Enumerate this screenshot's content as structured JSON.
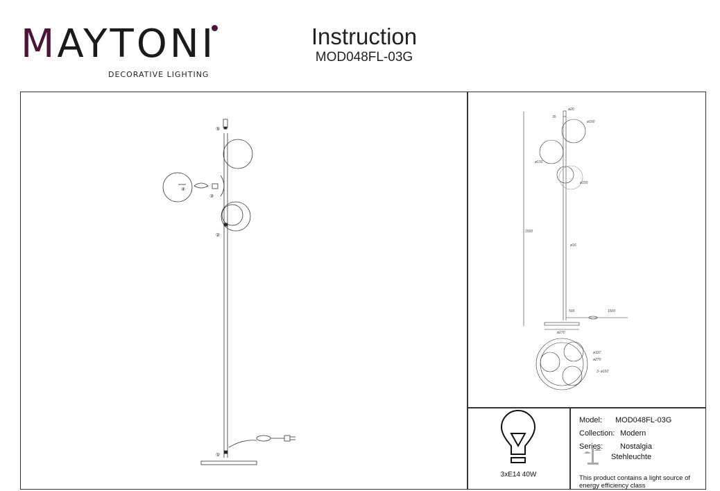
{
  "brand": {
    "logo_text": "MAYTONI",
    "tagline": "DECORATIVE LIGHTING",
    "accent": "#4a1538"
  },
  "header": {
    "title": "Instruction",
    "model": "MOD048FL-03G"
  },
  "assembly": {
    "callouts": [
      "①",
      "②",
      "③",
      "④",
      "⑤"
    ]
  },
  "dimensions": {
    "top_dia": "ø20",
    "top_h": "35",
    "globe": "ø150",
    "height": "1500",
    "pole": "ø16",
    "cable_switch": "500",
    "cable_total": "1500",
    "base": "ø270",
    "outer": "ø337",
    "inner": "ø270",
    "globes": "3- ø150"
  },
  "bulb": {
    "icon": "light-bulb-icon",
    "spec": "3xE14 40W"
  },
  "info": {
    "model_label": "Model:",
    "model_value": "MOD048FL-03G",
    "collection_label": "Collection:",
    "collection_value": "Modern",
    "series_label": "Series:",
    "series_value": "Nostalgia",
    "type_value": "Stehleuchte",
    "energy_text_1": "This product contains a light source of",
    "energy_text_2": "energy efficiency class"
  }
}
